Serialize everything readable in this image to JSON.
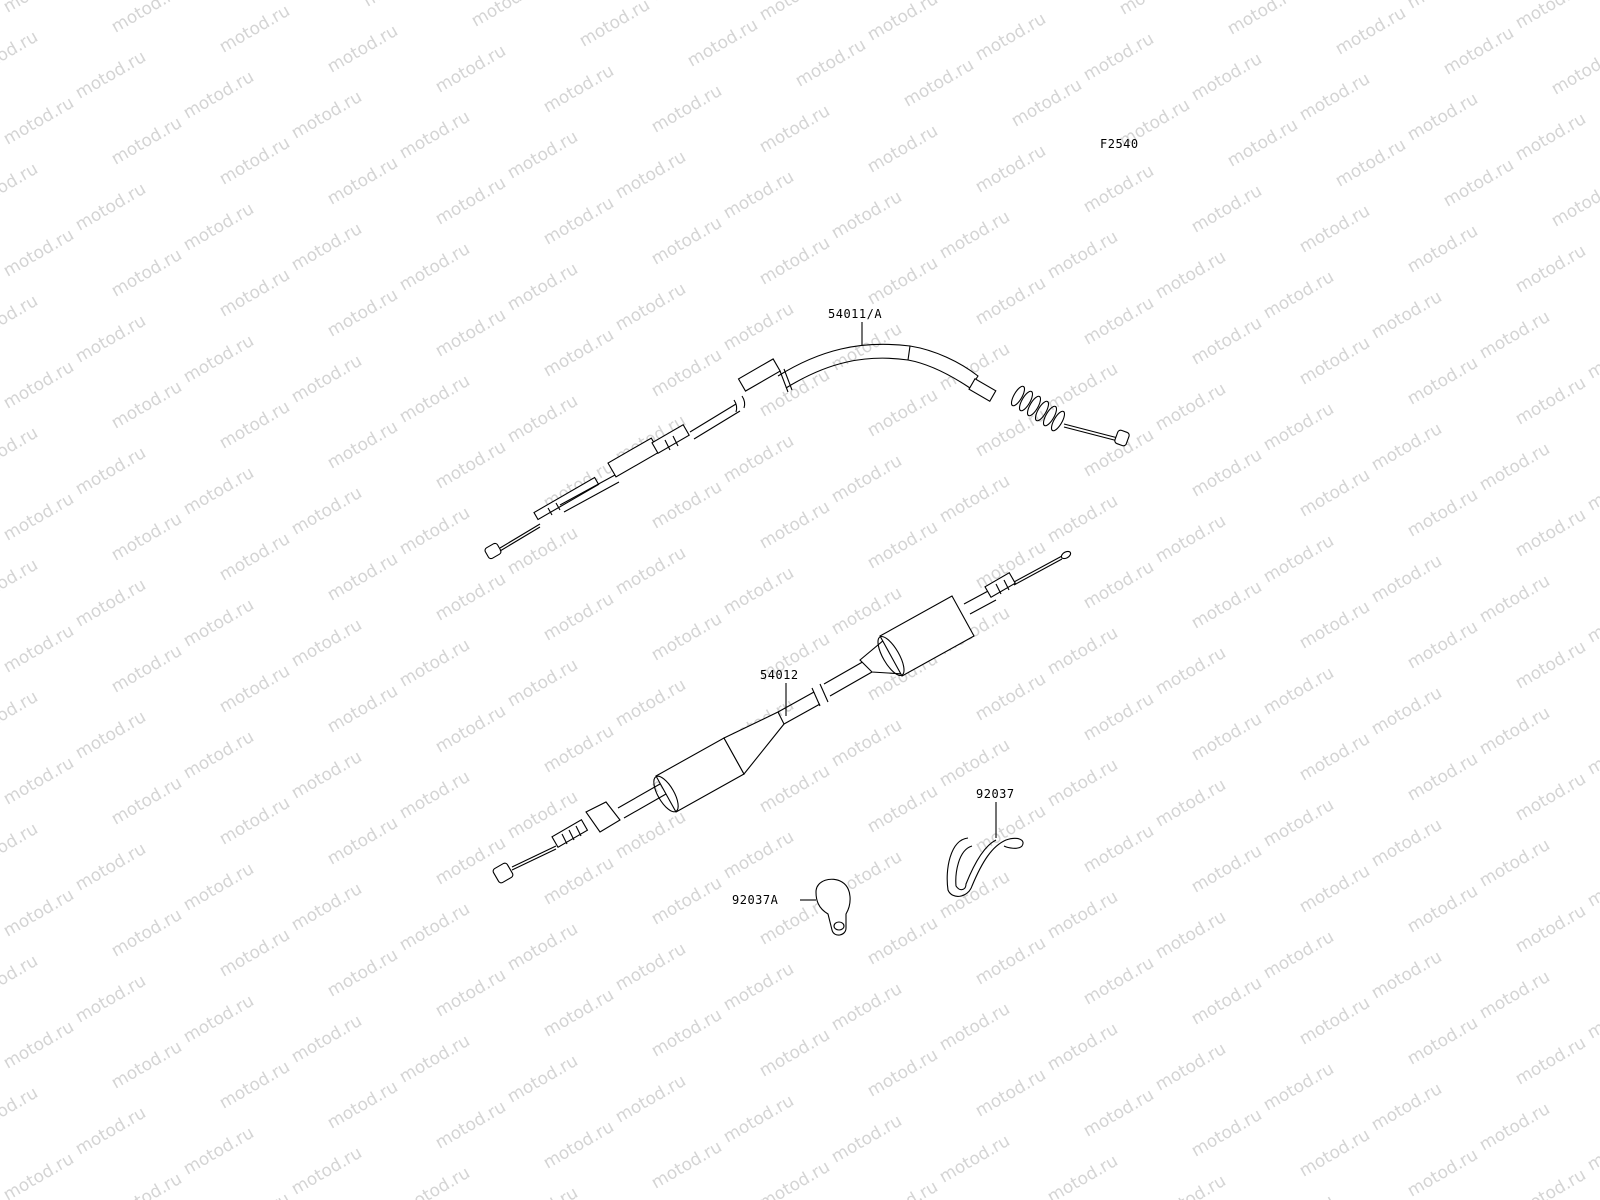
{
  "diagram": {
    "figure_code": "F2540",
    "watermark": "motod.ru",
    "parts": [
      {
        "id": "clutch-cable",
        "label": "54011/A"
      },
      {
        "id": "throttle-cable",
        "label": "54012"
      },
      {
        "id": "clamp-ring",
        "label": "92037"
      },
      {
        "id": "cable-clamp",
        "label": "92037A"
      }
    ]
  }
}
